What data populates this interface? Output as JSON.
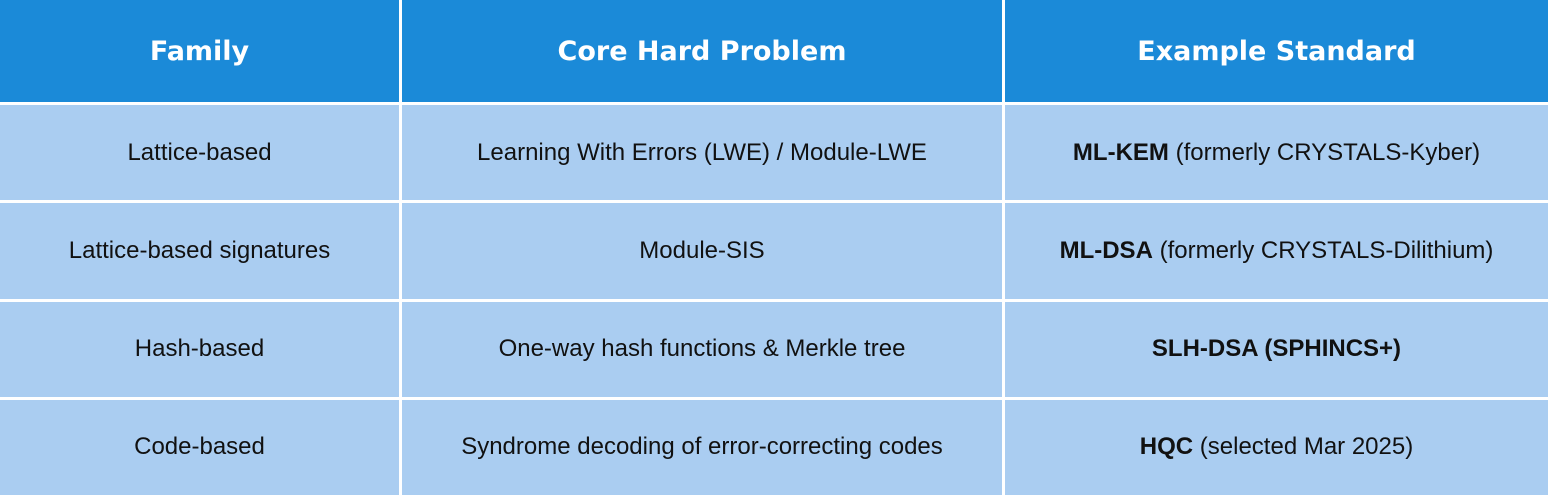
{
  "table": {
    "headers": [
      "Family",
      "Core Hard Problem",
      "Example Standard"
    ],
    "rows": [
      {
        "family": "Lattice-based",
        "problem": "Learning With Errors (LWE) / Module-LWE",
        "standard_name": "ML-KEM",
        "standard_note": " (formerly CRYSTALS-Kyber)"
      },
      {
        "family": "Lattice-based signatures",
        "problem": "Module-SIS",
        "standard_name": "ML-DSA",
        "standard_note": " (formerly CRYSTALS-Dilithium)"
      },
      {
        "family": "Hash-based",
        "problem": "One-way hash functions & Merkle tree",
        "standard_name": "SLH-DSA (SPHINCS+)",
        "standard_note": ""
      },
      {
        "family": "Code-based",
        "problem": "Syndrome decoding of error-correcting codes",
        "standard_name": "HQC",
        "standard_note": " (selected Mar 2025)"
      }
    ]
  },
  "colors": {
    "header_bg": "#1b8ad8",
    "cell_bg": "#aacdf1",
    "grid": "#ffffff"
  }
}
